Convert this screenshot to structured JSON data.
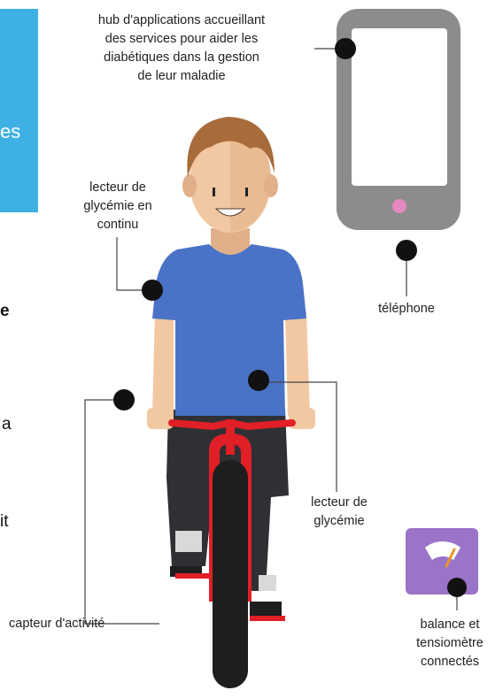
{
  "labels": {
    "hub_line1": "hub d'applications accueillant",
    "hub_line2": "des services pour aider les",
    "hub_line3": "diabétiques dans la gestion",
    "hub_line4": "de leur maladie",
    "cgm_line1": "lecteur de",
    "cgm_line2": "glycémie en",
    "cgm_line3": "continu",
    "phone": "téléphone",
    "activity": "capteur d'activité",
    "meter_line1": "lecteur de",
    "meter_line2": "glycémie",
    "scale_line1": "balance et",
    "scale_line2": "tensiomètre",
    "scale_line3": "connectés"
  },
  "cropped_text": {
    "panel": "es",
    "line1": "e",
    "line2": "a",
    "line3": "it"
  },
  "colors": {
    "panel_blue": "#3fb0e3",
    "shirt_blue": "#4a73c7",
    "bike_red": "#e11f26",
    "phone_gray": "#8c8c8c",
    "scale_purple": "#9a74c8",
    "scale_needle": "#e8962a",
    "phone_button_pink": "#e58ac0",
    "hair_brown": "#a86b3a",
    "skin": "#f2c8a2",
    "pants_dark": "#2f3033"
  }
}
